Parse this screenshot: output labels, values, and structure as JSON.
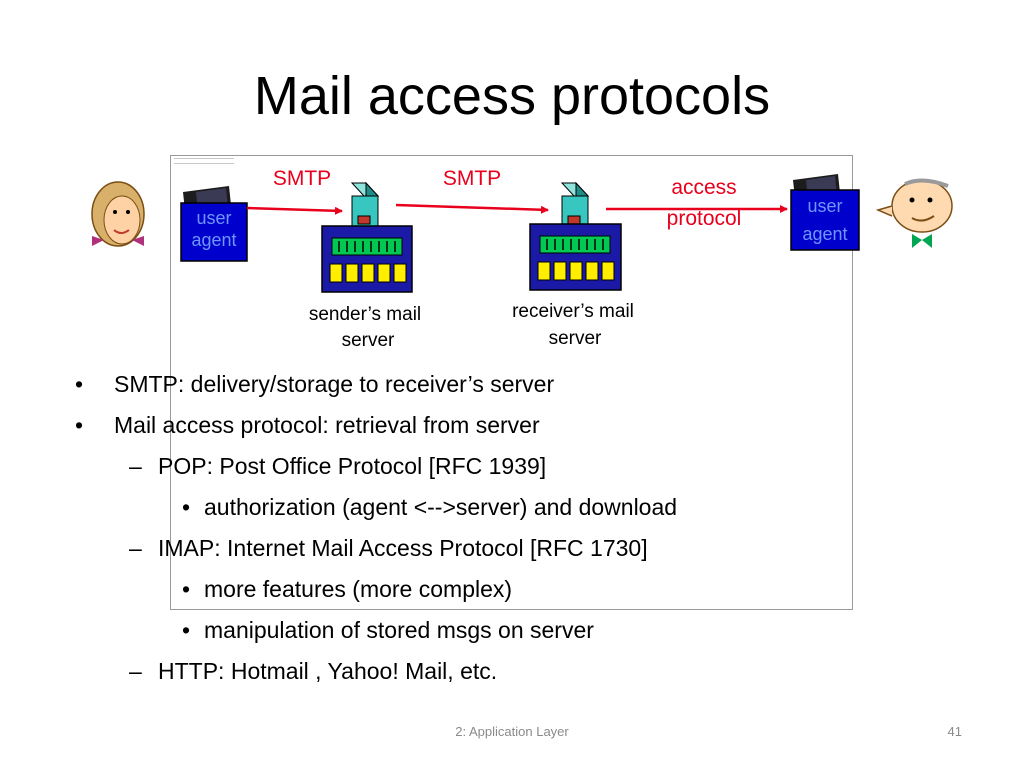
{
  "slide": {
    "title": "Mail access protocols",
    "footer_left": "2: Application Layer",
    "page_number": "41"
  },
  "diagram": {
    "user_agent_left": [
      "user",
      "agent"
    ],
    "user_agent_right": [
      "user",
      "agent"
    ],
    "smtp_label_1": "SMTP",
    "smtp_label_2": "SMTP",
    "access_protocol_label": [
      "access",
      "protocol"
    ],
    "sender_server_label": [
      "sender’s mail",
      "server"
    ],
    "receiver_server_label": [
      "receiver’s mail",
      "server"
    ],
    "colors": {
      "arrow": "#e8001c",
      "label_red": "#e8001c",
      "agent_box": "#0000cc",
      "agent_text": "#6f95ff",
      "server_panel": "#1a1aa6",
      "server_led": "#00c853",
      "server_slot": "#ffee00",
      "server_tower": "#38c6c0"
    }
  },
  "bullets": [
    {
      "level": 1,
      "text": "SMTP: delivery/storage to receiver’s server"
    },
    {
      "level": 1,
      "text": "Mail access protocol: retrieval from server"
    },
    {
      "level": 2,
      "text": "POP: Post Office Protocol [RFC 1939]"
    },
    {
      "level": 3,
      "text": "authorization (agent <-->server) and download"
    },
    {
      "level": 2,
      "text": "IMAP: Internet Mail Access Protocol [RFC 1730]"
    },
    {
      "level": 3,
      "text": "more features (more complex)"
    },
    {
      "level": 3,
      "text": "manipulation of stored msgs on server"
    },
    {
      "level": 2,
      "text": "HTTP: Hotmail , Yahoo! Mail, etc."
    }
  ]
}
